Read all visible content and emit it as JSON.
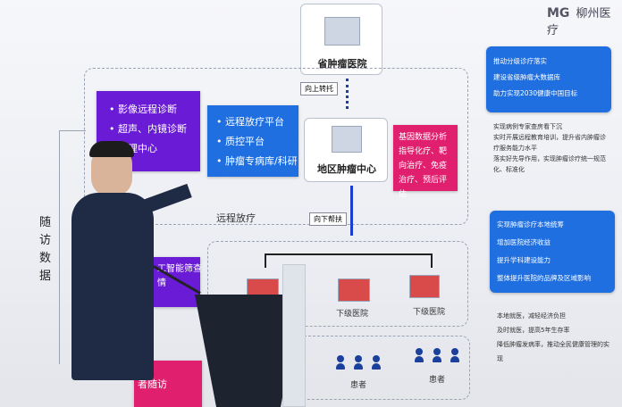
{
  "logo": {
    "brand": "柳州医疗",
    "mark": "MG"
  },
  "top_hospital": {
    "label": "省肿瘤医院",
    "up_label": "向上转托"
  },
  "center": {
    "label": "地区肿瘤中心",
    "down_label": "向下帮扶",
    "remote_label": "远程放疗"
  },
  "purple_box": {
    "items": [
      "影像远程诊断",
      "超声、内镜诊断",
      "病理中心"
    ]
  },
  "blue_box": {
    "items": [
      "远程放疗平台",
      "质控平台",
      "肿瘤专病库/科研"
    ]
  },
  "pink_box": {
    "text": "基因数据分析指导化疗、靶向治疗、免疫治疗、预后评估"
  },
  "side_label": {
    "text": "随访数据"
  },
  "lower_left": {
    "line1": "工智能筛查",
    "line2": "情"
  },
  "followup_box": {
    "text": "者随访"
  },
  "hospitals": {
    "left": "下级医院",
    "right": "下级医院"
  },
  "patients": {
    "left": "患者",
    "right": "患者"
  },
  "right_panel": {
    "box1": [
      "推动分级诊疗落实",
      "建设省级肿瘤大数据库",
      "助力实现2030健康中国目标"
    ],
    "text1": [
      "实现病例专家查房看下沉",
      "实时开展远程教育培训，提升省内肿瘤诊疗服务能力水平",
      "落实好先导作用，实现肿瘤诊疗统一规范化、标准化"
    ],
    "box2": [
      "实现肿瘤诊疗本地统筹",
      "增加医院经济收益",
      "提升学科建设能力",
      "整体提升医院的品牌及区域影响"
    ],
    "text2": [
      "本地就医，减轻经济负担",
      "及时就医，提高5年生存率",
      "降低肿瘤发病率，推动全民健康管理的实现"
    ]
  }
}
